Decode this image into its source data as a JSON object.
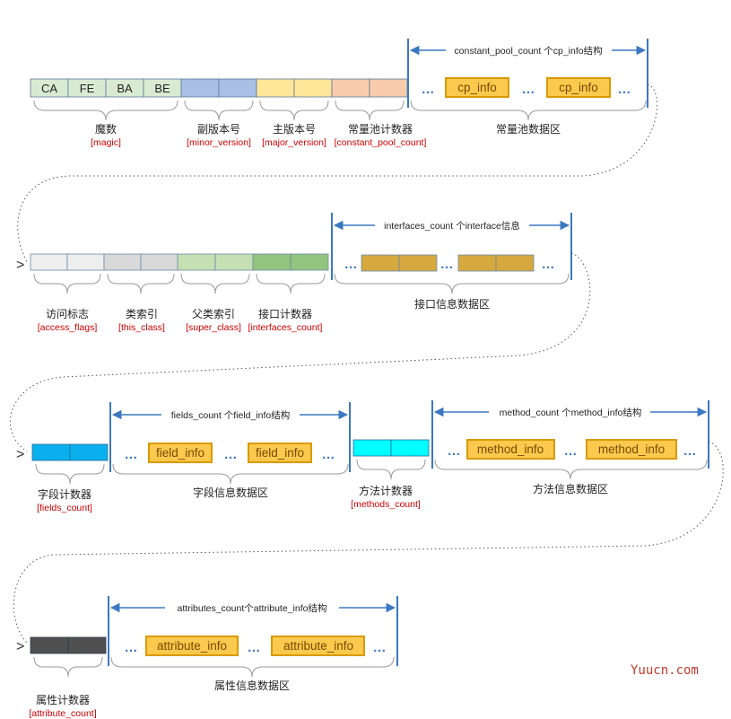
{
  "magic_bytes": [
    "CA",
    "FE",
    "BA",
    "BE"
  ],
  "dots": "…",
  "cp_info_label": "cp_info",
  "field_info_label": "field_info",
  "method_info_label": "method_info",
  "attribute_info_label": "attribute_info",
  "row1": {
    "span_label": "constant_pool_count 个cp_info结构",
    "labels": [
      {
        "zh": "魔数",
        "en": "[magic]"
      },
      {
        "zh": "副版本号",
        "en": "[minor_version]"
      },
      {
        "zh": "主版本号",
        "en": "[major_version]"
      },
      {
        "zh": "常量池计数器",
        "en": "[constant_pool_count]"
      }
    ],
    "region_label": "常量池数据区"
  },
  "row2": {
    "span_label": "interfaces_count 个interface信息",
    "labels": [
      {
        "zh": "访问标志",
        "en": "[access_flags]"
      },
      {
        "zh": "类索引",
        "en": "[this_class]"
      },
      {
        "zh": "父类索引",
        "en": "[super_class]"
      },
      {
        "zh": "接口计数器",
        "en": "[interfaces_count]"
      }
    ],
    "region_label": "接口信息数据区"
  },
  "row3": {
    "fields_span_label": "fields_count 个field_info结构",
    "methods_span_label": "method_count 个method_info结构",
    "fields_count": {
      "zh": "字段计数器",
      "en": "[fields_count]"
    },
    "fields_region_label": "字段信息数据区",
    "methods_count": {
      "zh": "方法计数器",
      "en": "[methods_count]"
    },
    "methods_region_label": "方法信息数据区"
  },
  "row4": {
    "span_label": "attributes_count个attribute_info结构",
    "attributes_count": {
      "zh": "属性计数器",
      "en": "[attribute_count]"
    },
    "region_label": "属性信息数据区"
  },
  "watermark": "Yuucn.com",
  "colors": {
    "magic": "#d9ead3",
    "minor": "#a9bfe3",
    "major": "#ffe699",
    "cp_count": "#f8cbad",
    "info_fill": "#fbc94e",
    "info_stroke": "#d99a00",
    "access": "#eeeeee",
    "this_class": "#d9d9d9",
    "super_class": "#c6e0b4",
    "interfaces": "#93c47d",
    "iface_entry": "#d6a93e",
    "fields": "#0ab0ee",
    "methods": "#00ffff",
    "attributes": "#505050",
    "arrow": "#3b78c2",
    "brace": "#9a9a9a"
  }
}
